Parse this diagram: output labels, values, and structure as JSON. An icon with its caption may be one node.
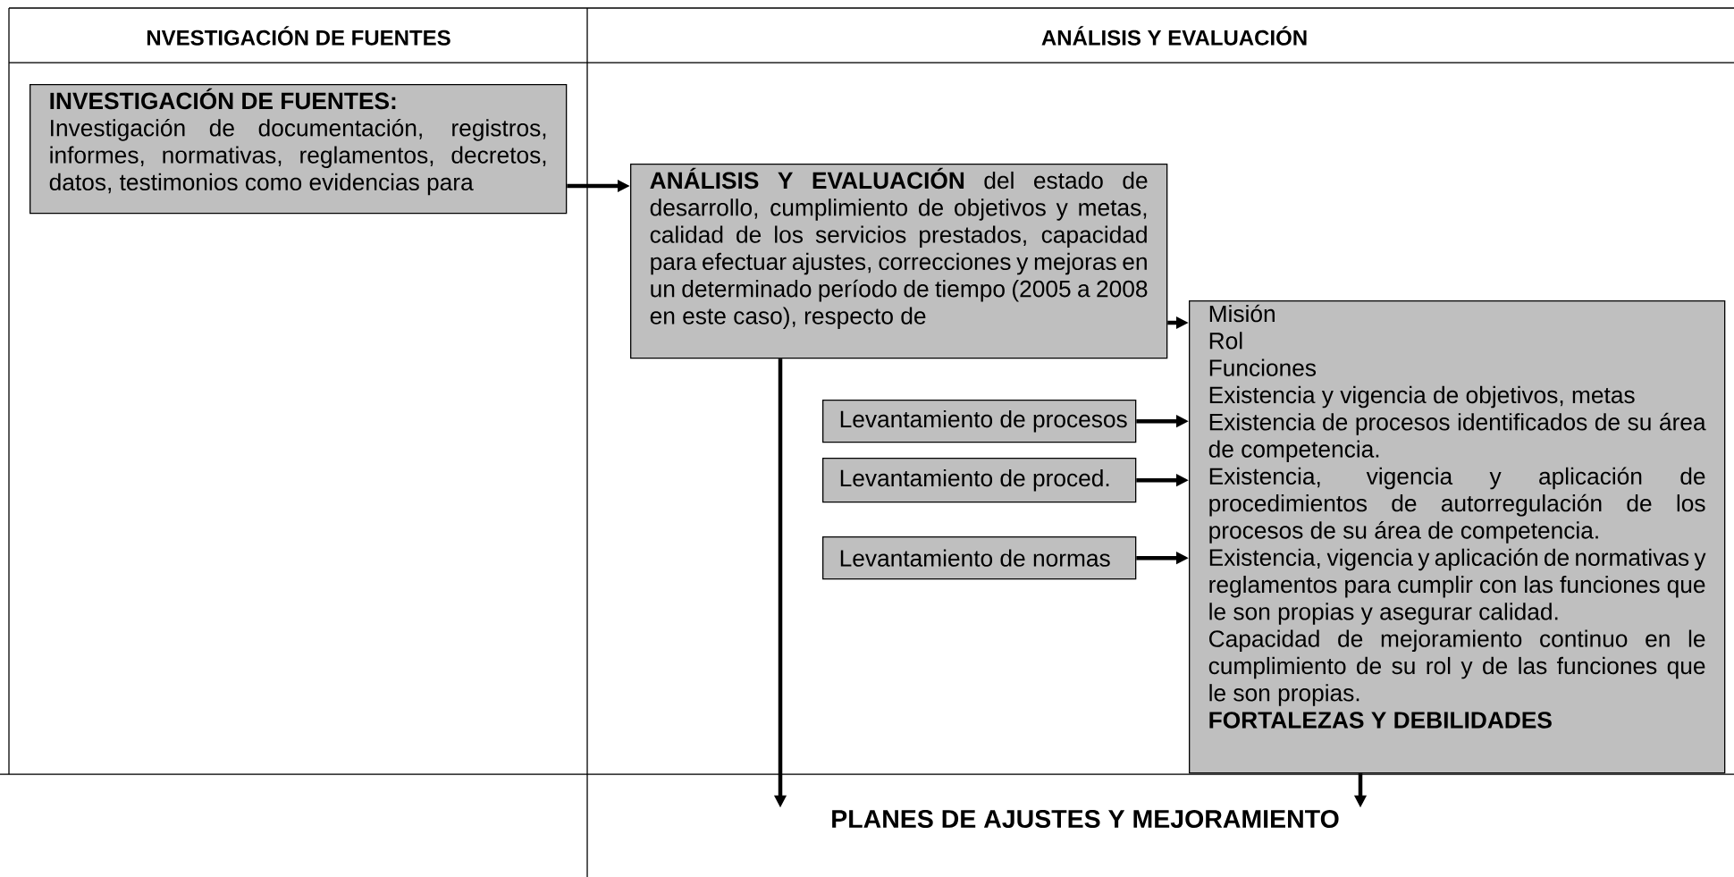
{
  "diagram": {
    "nodes": [
      {
        "text": [
          "INVESTIGACIÓN DE FUENTES:",
          "Investigación de documentación, registros, informes, normativas, reglamentos, decretos, datos, testimonios como evidencias para"
        ]
      },
      {
        "text": [
          "**ANÁLISIS Y EVALUACIÓN** del estado de desarrollo, cumplimiento de objetivos y metas, calidad de los servicios prestados, capacidad para efectuar ajustes, correcciones y mejoras en un determinado período de tiempo (2005 a 2008 en este caso), respecto de"
        ]
      },
      {
        "text": [
          "Misión",
          "Rol",
          "Funciones",
          "Existencia y vigencia de  objetivos, metas",
          "Existencia de procesos identificados de su área de competencia.",
          "Existencia, vigencia y aplicación de procedimientos de autorregulación de los procesos de su área de competencia.",
          "Existencia, vigencia y aplicación de normativas y reglamentos para cumplir con las funciones que le son propias y asegurar calidad.",
          "Capacidad de mejoramiento continuo en le cumplimiento de su rol y de las funciones que le son propias.",
          "FORTALEZAS Y DEBILIDADES"
        ]
      },
      {
        "text": [
          "Levantamiento de procesos"
        ]
      },
      {
        "text": [
          "Levantamiento de proced."
        ]
      },
      {
        "text": [
          "Levantamiento de normas"
        ]
      },
      {
        "text": [
          "PLANES DE AJUSTES Y MEJORAMIENTO"
        ]
      }
    ],
    "edges": [
      {
        "from": 0,
        "to": 1,
        "arrow": "to"
      },
      {
        "from": 1,
        "to": 2,
        "arrow": "to"
      },
      {
        "from": 3,
        "to": 2,
        "arrow": "to"
      },
      {
        "from": 4,
        "to": 2,
        "arrow": "to"
      },
      {
        "from": 5,
        "to": 2,
        "arrow": "to"
      },
      {
        "from": 1,
        "to": 6,
        "arrow": "to"
      },
      {
        "from": 2,
        "to": 6,
        "arrow": "to"
      }
    ],
    "labels": [
      "NVESTIGACIÓN DE FUENTES",
      "ANÁLISIS Y EVALUACIÓN"
    ]
  }
}
